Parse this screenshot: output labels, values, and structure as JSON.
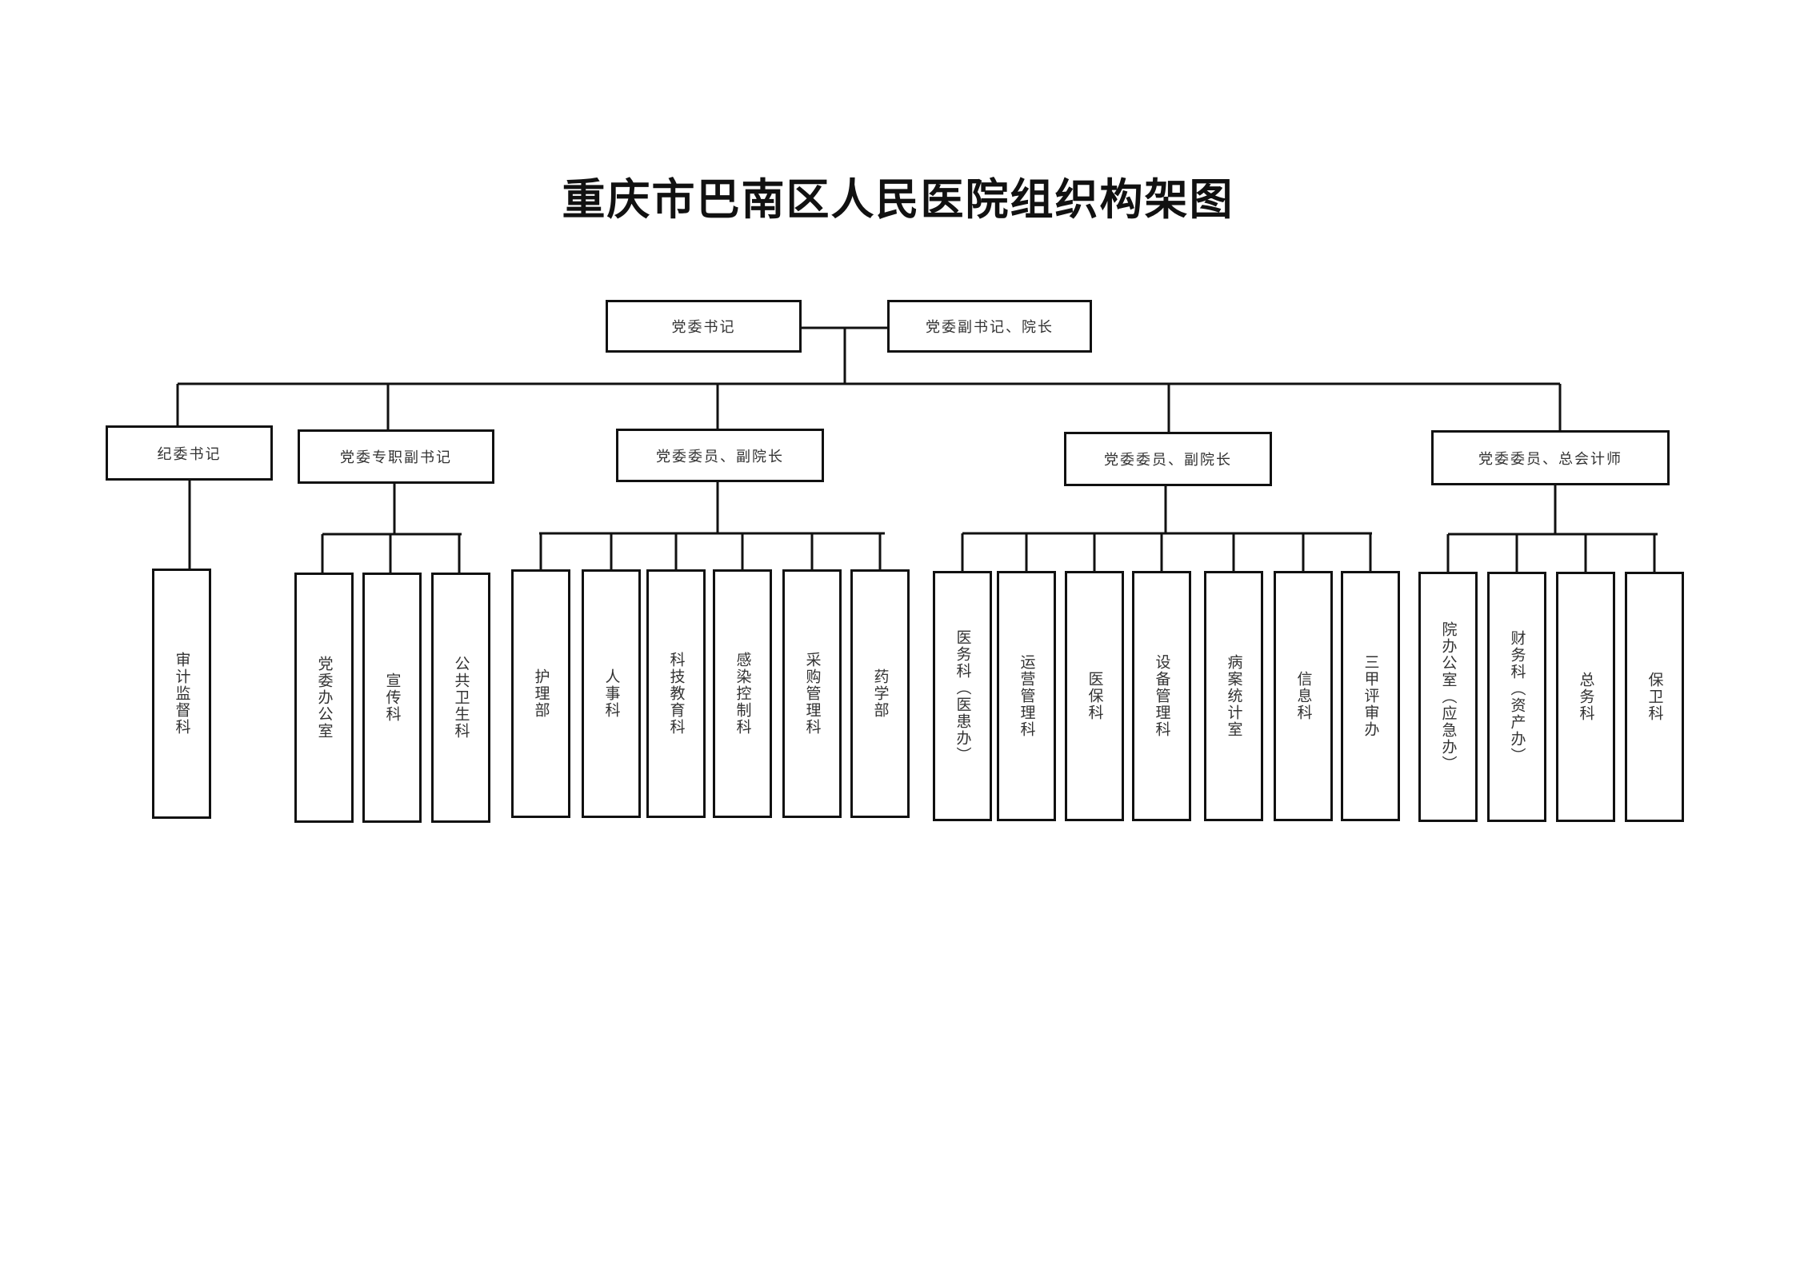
{
  "title": "重庆市巴南区人民医院组织构架图",
  "leaders": [
    {
      "id": "party-secretary",
      "label": "党委书记"
    },
    {
      "id": "deputy-secretary-president",
      "label": "党委副书记、院长"
    }
  ],
  "branches": [
    {
      "id": "discipline-secretary",
      "label": "纪委书记",
      "departments": [
        "审计监督科"
      ]
    },
    {
      "id": "fulltime-deputy-secretary",
      "label": "党委专职副书记",
      "departments": [
        "党委办公室",
        "宣传科",
        "公共卫生科"
      ]
    },
    {
      "id": "vice-president-1",
      "label": "党委委员、副院长",
      "departments": [
        "护理部",
        "人事科",
        "科技教育科",
        "感染控制科",
        "采购管理科",
        "药学部"
      ]
    },
    {
      "id": "vice-president-2",
      "label": "党委委员、副院长",
      "departments": [
        "医务科（医患办）",
        "运营管理科",
        "医保科",
        "设备管理科",
        "病案统计室",
        "信息科",
        "三甲评审办"
      ]
    },
    {
      "id": "chief-accountant",
      "label": "党委委员、总会计师",
      "departments": [
        "院办公室（应急办）",
        "财务科（资产办）",
        "总务科",
        "保卫科"
      ]
    }
  ]
}
